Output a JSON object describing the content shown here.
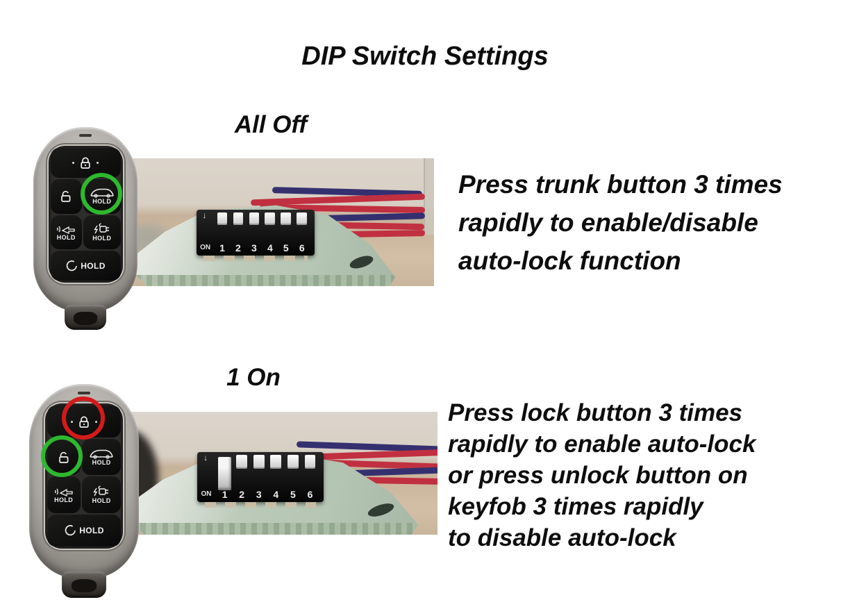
{
  "title": "DIP Switch Settings",
  "colors": {
    "highlight_green": "#2eb82e",
    "highlight_red": "#d41a1a",
    "wire_red": "#c13040",
    "wire_blue": "#343070",
    "text": "#0d0d0d",
    "background": "#ffffff"
  },
  "keyfob": {
    "hold_label": "HOLD",
    "buttons": [
      "lock",
      "unlock",
      "trunk",
      "panic",
      "charge",
      "remote-start"
    ]
  },
  "sections": [
    {
      "label": "All Off",
      "instruction_lines": [
        "Press trunk button 3 times",
        "rapidly to enable/disable",
        "auto-lock function"
      ],
      "highlighted_buttons": [
        {
          "button": "trunk",
          "color": "#2eb82e"
        }
      ],
      "dip": {
        "arrow": "↓",
        "on_label": "ON",
        "switches": [
          {
            "num": "1",
            "state": "off"
          },
          {
            "num": "2",
            "state": "off"
          },
          {
            "num": "3",
            "state": "off"
          },
          {
            "num": "4",
            "state": "off"
          },
          {
            "num": "5",
            "state": "off"
          },
          {
            "num": "6",
            "state": "off"
          }
        ]
      }
    },
    {
      "label": "1 On",
      "instruction_lines": [
        "Press lock button 3 times",
        "rapidly to enable auto-lock",
        "or press unlock button on",
        "keyfob 3 times rapidly",
        "to disable auto-lock"
      ],
      "highlighted_buttons": [
        {
          "button": "lock",
          "color": "#d41a1a"
        },
        {
          "button": "unlock",
          "color": "#2eb82e"
        }
      ],
      "dip": {
        "arrow": "↓",
        "on_label": "ON",
        "switches": [
          {
            "num": "1",
            "state": "on"
          },
          {
            "num": "2",
            "state": "off"
          },
          {
            "num": "3",
            "state": "off"
          },
          {
            "num": "4",
            "state": "off"
          },
          {
            "num": "5",
            "state": "off"
          },
          {
            "num": "6",
            "state": "off"
          }
        ]
      }
    }
  ]
}
